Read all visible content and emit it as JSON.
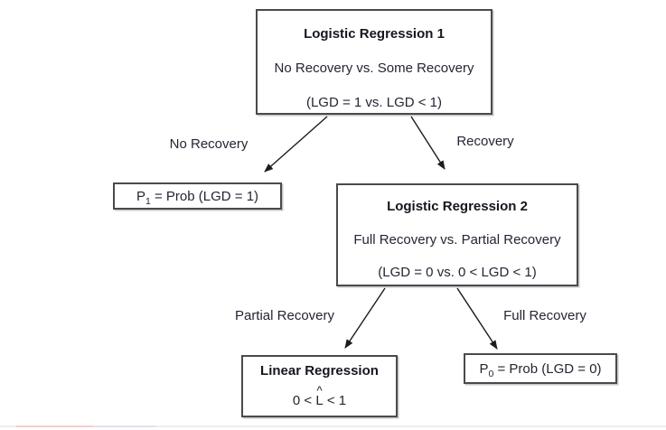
{
  "colors": {
    "background": "#ffffff",
    "box-border": "#4a4a4c",
    "text": "#232633",
    "title": "#15171e",
    "arrow": "#1c1c1c",
    "footer-line": "#edeef2",
    "footer-accent-pink": "#f6cdc8",
    "footer-accent-blue": "#dde4f0"
  },
  "nodes": {
    "lr1": {
      "title": "Logistic Regression 1",
      "line1": "No Recovery vs. Some Recovery",
      "line2": "(LGD = 1 vs. LGD < 1)"
    },
    "p1": {
      "base": "P",
      "sub": "1",
      "rest": " = Prob (LGD = 1)"
    },
    "lr2": {
      "title": "Logistic Regression 2",
      "line1": "Full Recovery vs. Partial Recovery",
      "line2": "(LGD = 0 vs. 0 < LGD < 1)"
    },
    "linear": {
      "title": "Linear Regression",
      "formula_left": "0 < ",
      "formula_hat": "^",
      "formula_var": "L",
      "formula_right": " < 1"
    },
    "p0": {
      "base": "P",
      "sub": "0",
      "rest": " = Prob (LGD = 0)"
    }
  },
  "edges": {
    "no_recovery": "No Recovery",
    "recovery": "Recovery",
    "partial_recovery": "Partial Recovery",
    "full_recovery": "Full Recovery"
  }
}
